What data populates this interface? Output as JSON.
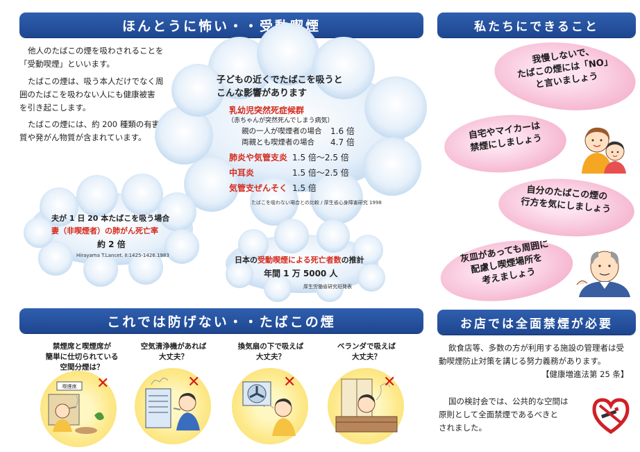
{
  "banners": {
    "top_left": "ほんとうに怖い・・受動喫煙",
    "top_right": "私たちにできること",
    "bottom_left": "これでは防げない・・たばこの煙",
    "bottom_right": "お店では全面禁煙が必要"
  },
  "intro": {
    "p1_line1": "他人のたばこの煙を吸わされることを",
    "p1_line2": "「受動喫煙」といいます。",
    "p2_line1": "たばこの煙は、吸う本人だけでなく周",
    "p2_line2": "囲のたばこを吸わない人にも健康被害",
    "p2_line3": "を引き起こします。",
    "p3_line1": "たばこの煙には、約 200 種類の有害物",
    "p3_line2": "質や発がん物質が含まれています。"
  },
  "big_cloud": {
    "title_line1": "子どもの近くでたばこを吸うと",
    "title_line2": "こんな影響があります",
    "sids_title": "乳幼児突然死症候群",
    "sids_note": "（赤ちゃんが突然死んでしまう病気）",
    "one_parent_label": "親の一人が喫煙者の場合",
    "one_parent_value": "1.6 倍",
    "both_parents_label": "両親とも喫煙者の場合",
    "both_parents_value": "4.7 倍",
    "pneumonia_label": "肺炎や気管支炎",
    "pneumonia_value": "1.5 倍～2.5 倍",
    "otitis_label": "中耳炎",
    "otitis_value": "1.5 倍～2.5 倍",
    "asthma_label": "気管支ぜんそく",
    "asthma_value": "1.5 倍",
    "source": "たばこを吸わない場合との比較 / 厚生省心身障害研究 1998"
  },
  "wife_cloud": {
    "line1": "夫が 1 日 20 本たばこを吸う場合",
    "line2": "妻（非喫煙者）の肺がん死亡率",
    "line3": "約 2 倍",
    "source": "Hirayama T.Lancet. Ⅱ:1425-1426.1983"
  },
  "deaths_cloud": {
    "line1_prefix": "日本の",
    "line1_red": "受動喫煙による死亡者数",
    "line1_suffix": "の推計",
    "line2": "年間 1 万 5000 人",
    "source": "厚生労働省研究班発表"
  },
  "actions": {
    "a1_line1": "我慢しないで、",
    "a1_line2": "たばこの煙には「NO」",
    "a1_line3": "と言いましょう",
    "a2_line1": "自宅やマイカーは",
    "a2_line2": "禁煙にしましょう",
    "a3_line1": "自分のたばこの煙の",
    "a3_line2": "行方を気にしましょう",
    "a4_line1": "灰皿があっても周囲に",
    "a4_line2": "配慮し喫煙場所を",
    "a4_line3": "考えましょう"
  },
  "scenes": {
    "s1_line1": "禁煙席と喫煙席が",
    "s1_line2": "簡単に仕切られている",
    "s1_line3": "空間分煙は？",
    "s1_sign": "喫煙席",
    "s2_line1": "空気清浄機があれば",
    "s2_line2": "大丈夫？",
    "s3_line1": "換気扇の下で吸えば",
    "s3_line2": "大丈夫？",
    "s4_line1": "ベランダで吸えば",
    "s4_line2": "大丈夫？",
    "cross": "✕"
  },
  "shop": {
    "p1_line1": "飲食店等、多数の方が利用する施設の管理者は受",
    "p1_line2": "動喫煙防止対策を講じる努力義務があります。",
    "p1_law": "【健康増進法第 25 条】",
    "p2_line1": "国の検討会では、公共的な空間は",
    "p2_line2": "原則として全面禁煙であるべきと",
    "p2_line3": "されました。"
  },
  "colors": {
    "banner": "#2352a0",
    "cloud": "#d6e6f6",
    "pink": "#f4b2cd",
    "red_text": "#d42a1c",
    "yellow": "#fde98a"
  }
}
